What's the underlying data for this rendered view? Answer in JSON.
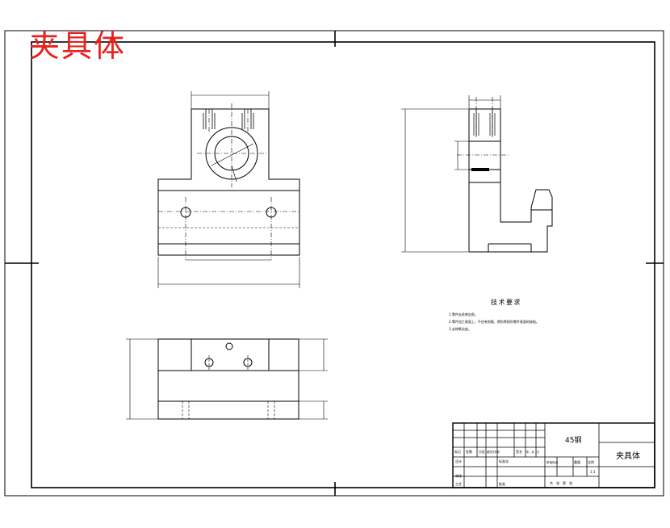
{
  "sheet_title": "夹具体",
  "tech_requirements": {
    "heading": "技术要求",
    "items": [
      "1.零件去毛刺尖角。",
      "2.零件加工表面上，不应有划痕、擦伤等损伤零件表面的缺陷。",
      "3.去除氧化皮。"
    ]
  },
  "title_block": {
    "material": "45钢",
    "part_name": "夹具体",
    "scale": "1:1",
    "row_labels": [
      "标记",
      "处数",
      "分区",
      "更改文件号",
      "签名",
      "年、月、日"
    ],
    "design_label": "设计",
    "standard_label": "标准化",
    "review_label": "审核",
    "process_label": "工艺",
    "approve_label": "批准",
    "stage_label": "阶段标记",
    "weight_label": "重量",
    "ratio_label": "比例",
    "sheet_count_label": "共　张　第　张"
  }
}
